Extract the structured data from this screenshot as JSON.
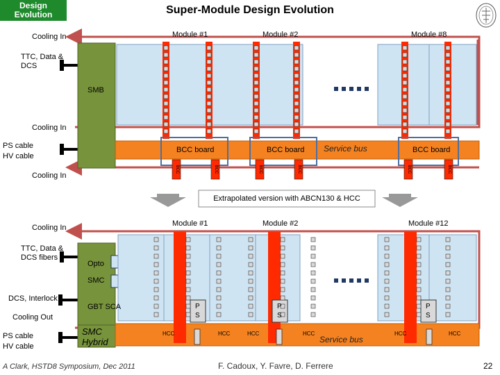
{
  "header": {
    "badge_line1": "Design",
    "badge_line2": "Evolution",
    "title": "Super-Module Design Evolution"
  },
  "top": {
    "modules": [
      "Module #1",
      "Module #2",
      "Module #8"
    ],
    "cooling_in": "Cooling In",
    "ttc_line1": "TTC, Data &",
    "ttc_line2": "DCS",
    "smb": "SMB",
    "cooling_in_mid": "Cooling In",
    "ps_line1": "PS cable",
    "ps_line2": "HV cable",
    "cooling_in_bottom": "Cooling In",
    "bcc": [
      "BCC board",
      "BCC board",
      "BCC board"
    ],
    "service_bus": "Service bus",
    "chip_label": "BCC"
  },
  "transition": {
    "caption": "Extrapolated version with ABCN130 & HCC"
  },
  "bottom": {
    "modules": [
      "Module #1",
      "Module #2",
      "Module #12"
    ],
    "cooling_in": "Cooling In",
    "ttc_line1": "TTC, Data &",
    "ttc_line2": "DCS fibers",
    "opto": "Opto",
    "smc": "SMC",
    "dcs_interlock": "DCS, Interlock",
    "gbt_sca": "GBT SCA",
    "cooling_out": "Cooling Out",
    "ps_line1": "PS cable",
    "ps_line2": "HV cable",
    "smc_hybrid_line1": "SMC",
    "smc_hybrid_line2": "Hybrid",
    "ps_box_line1": "P",
    "ps_box_line2": "S",
    "hcc": "HCC",
    "service_bus": "Service bus"
  },
  "footer": {
    "left": "A Clark, HSTD8 Symposium, Dec 2011",
    "center": "F. Cadoux, Y. Favre, D. Ferrere",
    "page": "22"
  },
  "colors": {
    "badge": "#1e8a2c",
    "module": "#cfe4f3",
    "chip_red": "#ff2a00",
    "board_orange": "#f58220",
    "smb_green": "#77933c",
    "pipe": "#c0504d",
    "sensor_row": "#d9d9d9"
  }
}
